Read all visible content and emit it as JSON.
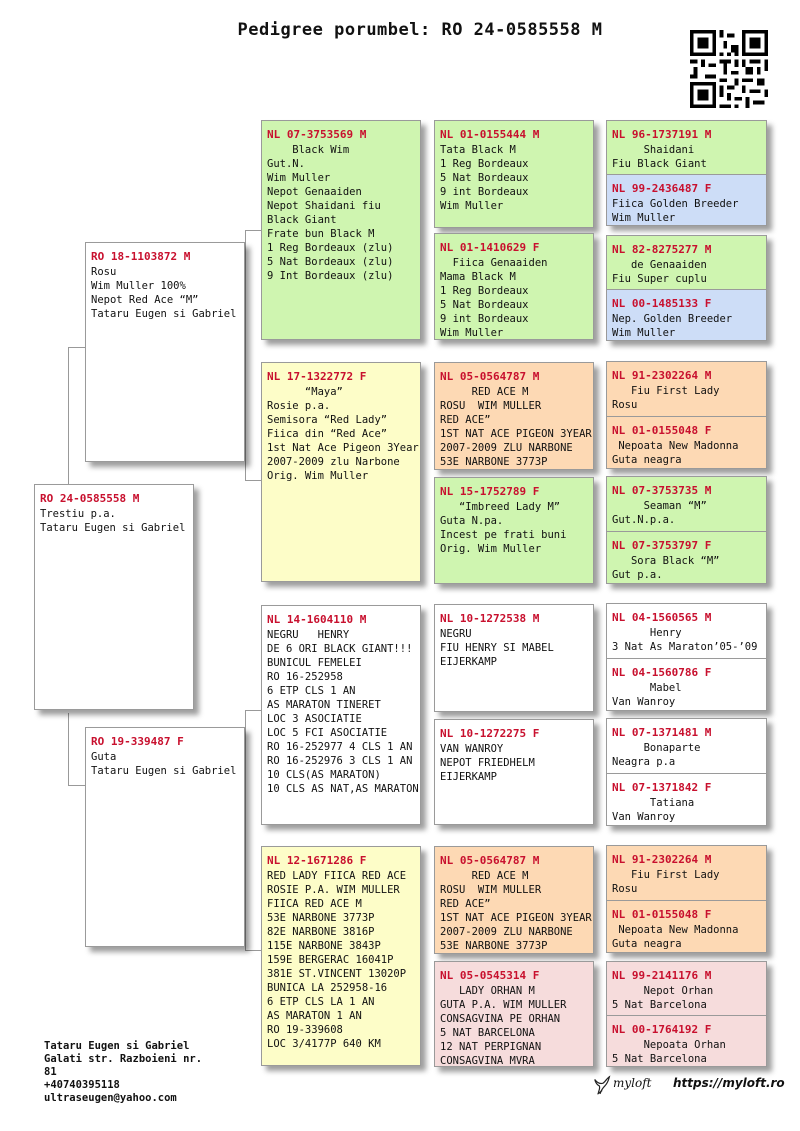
{
  "title": "Pedigree porumbel: RO 24-0585558 M",
  "gen1": {
    "id": "RO 24-0585558 M",
    "lines": [
      "",
      "Trestiu p.a.",
      "Tataru Eugen si Gabriel"
    ]
  },
  "gen2": [
    {
      "id": "RO 18-1103872 M",
      "lines": [
        "",
        "Rosu",
        "Wim Muller 100%",
        "Nepot Red Ace “M”",
        "Tataru Eugen si Gabriel"
      ]
    },
    {
      "id": "RO 19-339487 F",
      "lines": [
        "",
        "Guta",
        "Tataru Eugen si Gabriel"
      ]
    }
  ],
  "gen3": [
    {
      "id": "NL 07-3753569 M",
      "lines": [
        "",
        "    Black Wim",
        "Gut.N.",
        "Wim Muller",
        "Nepot Genaaiden",
        "Nepot Shaidani fiu",
        "Black Giant",
        "Frate bun Black M",
        "1 Reg Bordeaux (zlu)",
        "5 Nat Bordeaux (zlu)",
        "9 Int Bordeaux (zlu)"
      ]
    },
    {
      "id": "NL 17-1322772 F",
      "lines": [
        "",
        "      “Maya”",
        "Rosie p.a.",
        "Semisora “Red Lady”",
        "Fiica din “Red Ace”",
        "1st Nat Ace Pigeon 3Year",
        "2007-2009 zlu Narbone",
        "Orig. Wim Muller"
      ]
    },
    {
      "id": "NL 14-1604110 M",
      "lines": [
        "",
        "NEGRU   HENRY",
        "DE 6 ORI BLACK GIANT!!!",
        "BUNICUL FEMELEI",
        "RO 16-252958",
        "6 ETP CLS 1 AN",
        "AS MARATON TINERET",
        "LOC 3 ASOCIATIE",
        "LOC 5 FCI ASOCIATIE",
        "RO 16-252977 4 CLS 1 AN",
        "RO 16-252976 3 CLS 1 AN",
        "10 CLS(AS MARATON)",
        "10 CLS AS NAT,AS MARATON"
      ]
    },
    {
      "id": "NL 12-1671286 F",
      "lines": [
        "",
        "RED LADY FIICA RED ACE",
        "ROSIE P.A. WIM MULLER",
        "FIICA RED ACE M",
        "53E NARBONE 3773P",
        "82E NARBONE 3816P",
        "115E NARBONE 3843P",
        "159E BERGERAC 16041P",
        "381E ST.VINCENT 13020P",
        "BUNICA LA 252958-16",
        "6 ETP CLS LA 1 AN",
        "AS MARATON 1 AN",
        "RO 19-339608",
        "LOC 3/4177P 640 KM"
      ]
    }
  ],
  "gen4": [
    {
      "id": "NL 01-0155444 M",
      "lines": [
        "",
        "Tata Black M",
        "1 Reg Bordeaux",
        "5 Nat Bordeaux",
        "9 int Bordeaux",
        "Wim Muller"
      ]
    },
    {
      "id": "NL 01-1410629 F",
      "lines": [
        "",
        "  Fiica Genaaiden",
        "Mama Black M",
        "1 Reg Bordeaux",
        "5 Nat Bordeaux",
        "9 int Bordeaux",
        "Wim Muller"
      ]
    },
    {
      "id": "NL 05-0564787 M",
      "lines": [
        "",
        "     RED ACE M",
        "ROSU  WIM MULLER",
        "RED ACE”",
        "1ST NAT ACE PIGEON 3YEAR",
        "2007-2009 ZLU NARBONE",
        "53E NARBONE 3773P"
      ]
    },
    {
      "id": "NL 15-1752789 F",
      "lines": [
        "",
        "   “Imbreed Lady M”",
        "Guta N.pa.",
        "Incest pe frati buni",
        "Orig. Wim Muller"
      ]
    },
    {
      "id": "NL 10-1272538 M",
      "lines": [
        "",
        "NEGRU",
        "FIU HENRY SI MABEL",
        "EIJERKAMP"
      ]
    },
    {
      "id": "NL 10-1272275 F",
      "lines": [
        "",
        "VAN WANROY",
        "NEPOT FRIEDHELM",
        "EIJERKAMP"
      ]
    },
    {
      "id": "NL 05-0564787 M",
      "lines": [
        "",
        "     RED ACE M",
        "ROSU  WIM MULLER",
        "RED ACE”",
        "1ST NAT ACE PIGEON 3YEAR",
        "2007-2009 ZLU NARBONE",
        "53E NARBONE 3773P"
      ]
    },
    {
      "id": "NL 05-0545314 F",
      "lines": [
        "",
        "   LADY ORHAN M",
        "GUTA P.A. WIM MULLER",
        "CONSAGVINA PE ORHAN",
        "5 NAT BARCELONA",
        "12 NAT PERPIGNAN",
        "CONSAGVINA MVRA"
      ]
    }
  ],
  "gen5": [
    {
      "id": "NL 96-1737191 M",
      "lines": [
        "     Shaidani",
        "Fiu Black Giant"
      ]
    },
    {
      "id": "NL 99-2436487 F",
      "lines": [
        "Fiica Golden Breeder",
        "Wim Muller"
      ]
    },
    {
      "id": "NL 82-8275277 M",
      "lines": [
        "   de Genaaiden",
        "Fiu Super cuplu"
      ]
    },
    {
      "id": "NL 00-1485133 F",
      "lines": [
        "Nep. Golden Breeder",
        "Wim Muller"
      ]
    },
    {
      "id": "NL 91-2302264 M",
      "lines": [
        "   Fiu First Lady",
        "Rosu"
      ]
    },
    {
      "id": "NL 01-0155048 F",
      "lines": [
        " Nepoata New Madonna",
        "Guta neagra"
      ]
    },
    {
      "id": "NL 07-3753735 M",
      "lines": [
        "     Seaman “M”",
        "Gut.N.p.a."
      ]
    },
    {
      "id": "NL 07-3753797 F",
      "lines": [
        "   Sora Black “M”",
        "Gut p.a."
      ]
    },
    {
      "id": "NL 04-1560565 M",
      "lines": [
        "      Henry",
        "3 Nat As Maraton’05-’09"
      ]
    },
    {
      "id": "NL 04-1560786 F",
      "lines": [
        "      Mabel",
        "Van Wanroy"
      ]
    },
    {
      "id": "NL 07-1371481 M",
      "lines": [
        "     Bonaparte",
        "Neagra p.a"
      ]
    },
    {
      "id": "NL 07-1371842 F",
      "lines": [
        "      Tatiana",
        "Van Wanroy"
      ]
    },
    {
      "id": "NL 91-2302264 M",
      "lines": [
        "   Fiu First Lady",
        "Rosu"
      ]
    },
    {
      "id": "NL 01-0155048 F",
      "lines": [
        " Nepoata New Madonna",
        "Guta neagra"
      ]
    },
    {
      "id": "NL 99-2141176 M",
      "lines": [
        "     Nepot Orhan",
        "5 Nat Barcelona"
      ]
    },
    {
      "id": "NL 00-1764192 F",
      "lines": [
        "     Nepoata Orhan",
        "5 Nat Barcelona"
      ]
    }
  ],
  "breeder_info": [
    "Tataru Eugen si Gabriel",
    "Galati str. Razboieni nr.",
    "81",
    "+40740395118",
    "ultraseugen@yahoo.com"
  ],
  "logo_text": "myloft",
  "website": "https://myloft.ro",
  "colors": {
    "green": "#cff5b0",
    "yellow": "#fdfdc8",
    "white": "#ffffff",
    "blue": "#cdddf7",
    "orange": "#fdd9b4",
    "pink": "#f6dcdc",
    "id_red": "#c8102e"
  }
}
